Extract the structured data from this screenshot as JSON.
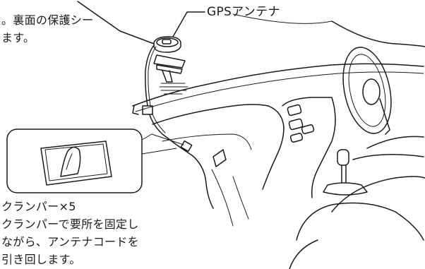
{
  "labels": {
    "note_line1": "。裏面の保護シー",
    "note_line2": "ます。",
    "antenna": "GPSアンテナ",
    "clamper_count": "クランパー×5",
    "instruction_line1": "クランパーで要所を固定し",
    "instruction_line2": "ながら、アンテナコードを",
    "instruction_line3": "引き回します。"
  }
}
